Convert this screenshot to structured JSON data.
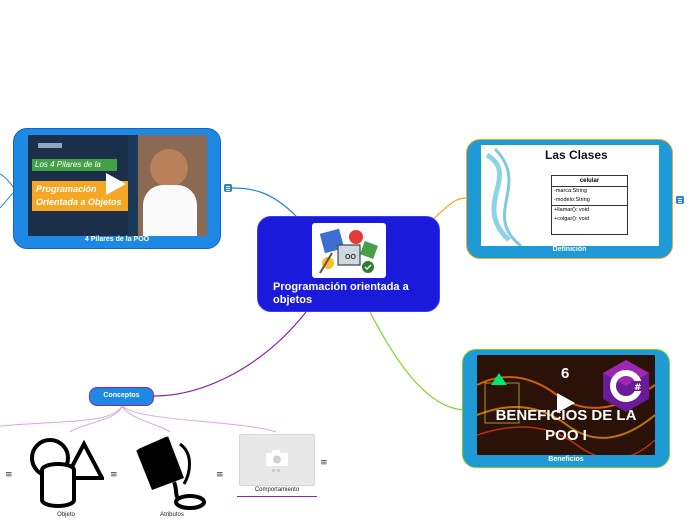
{
  "central": {
    "title": "Programación orientada a objetos",
    "icon": "oop-icon"
  },
  "topics": {
    "pilares": {
      "label": "4 Pilares de la POO",
      "thumb_line1": "Los 4 Pilares de la",
      "thumb_line2": "Programación",
      "thumb_line3": "Orientada a Objetos",
      "color": "#1e88e5"
    },
    "definicion": {
      "label": "Definición",
      "slide_title": "Las Clases",
      "uml_title": "celular",
      "uml_attr1": "-marca:String",
      "uml_attr2": "-modelo:String",
      "uml_op1": "+llamar(): void",
      "uml_op2": "+colgar(): void",
      "color": "#f5a623"
    },
    "beneficios": {
      "label": "Beneficios",
      "thumb_number": "6",
      "thumb_line1": "BENEFICIOS DE LA",
      "thumb_line2": "POO I",
      "color": "#7ed321"
    },
    "conceptos": {
      "label": "Conceptos",
      "color": "#8e24aa",
      "children": [
        {
          "label": "Objeto",
          "icon": "shapes-icon"
        },
        {
          "label": "Atributos",
          "icon": "paint-bucket-icon"
        },
        {
          "label": "Comportamiento",
          "icon": "camera-placeholder-icon"
        }
      ]
    }
  },
  "note_symbol": "≡"
}
